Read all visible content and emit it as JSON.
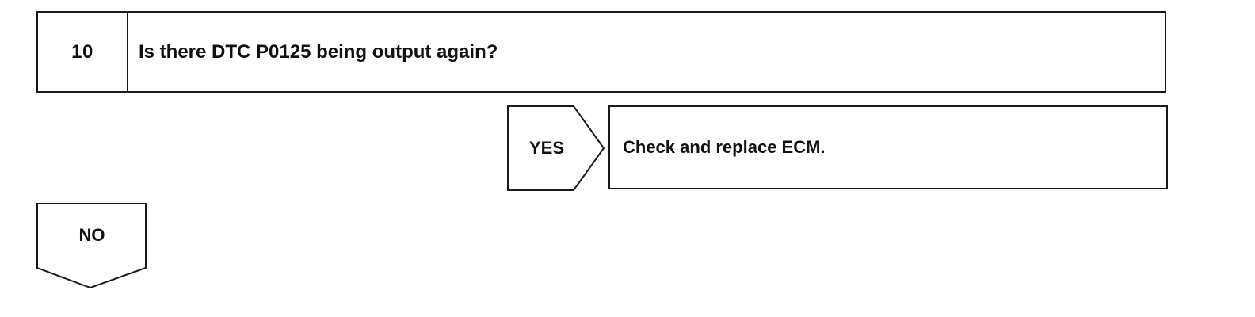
{
  "step": {
    "number": "10",
    "question": "Is there DTC P0125 being output again?"
  },
  "yes_branch": {
    "label": "YES",
    "action": "Check and replace ECM."
  },
  "no_branch": {
    "label": "NO"
  }
}
